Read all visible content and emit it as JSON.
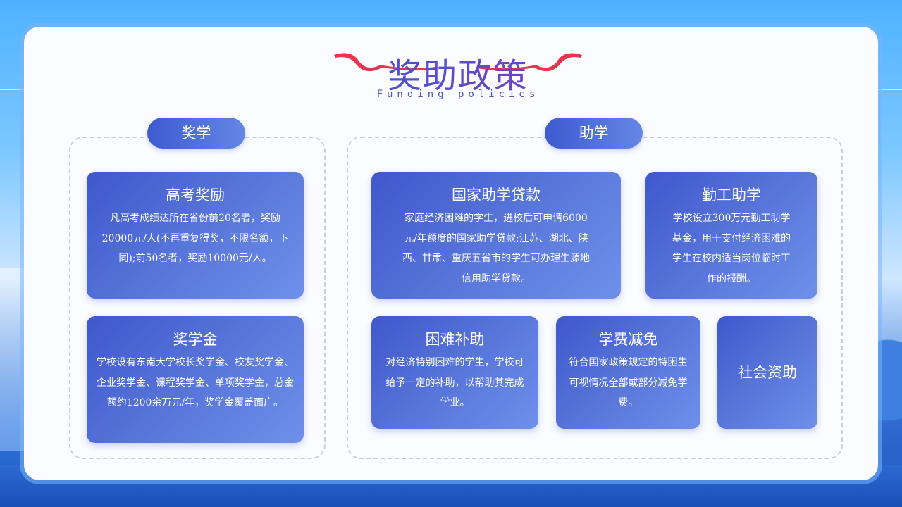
{
  "header": {
    "title": "奖助政策",
    "subtitle": "Funding policies"
  },
  "colors": {
    "accent": "#4a63d6",
    "ribbon": "#e8344e",
    "panel": "#fbfcff"
  },
  "sections": {
    "scholarship": {
      "label": "奖学"
    },
    "aid": {
      "label": "助学"
    }
  },
  "cards": {
    "gaokao": {
      "title": "高考奖励",
      "body": "凡高考成绩达所在省份前20名者，奖励20000元/人(不再重复得奖，不限名额，下同);前50名者，奖励10000元/人。"
    },
    "scholarship_fund": {
      "title": "奖学金",
      "body": "学校设有东南大学校长奖学金、校友奖学金、企业奖学金、课程奖学金、单项奖学金，总金额约1200余万元/年，奖学金覆盖面广。"
    },
    "national_loan": {
      "title": "国家助学贷款",
      "body": "家庭经济困难的学生，进校后可申请6000元/年额度的国家助学贷款;江苏、湖北、陕西、甘肃、重庆五省市的学生可办理生源地信用助学贷款。"
    },
    "work_study": {
      "title": "勤工助学",
      "body": "学校设立300万元勤工助学基金，用于支付经济困难的学生在校内适当岗位临时工作的报酬。"
    },
    "hardship": {
      "title": "困难补助",
      "body": "对经济特别困难的学生，学校可给予一定的补助，以帮助其完成学业。"
    },
    "tuition": {
      "title": "学费减免",
      "body": "符合国家政策规定的特困生可视情况全部或部分减免学费。"
    },
    "social": {
      "title": "社会资助"
    }
  }
}
